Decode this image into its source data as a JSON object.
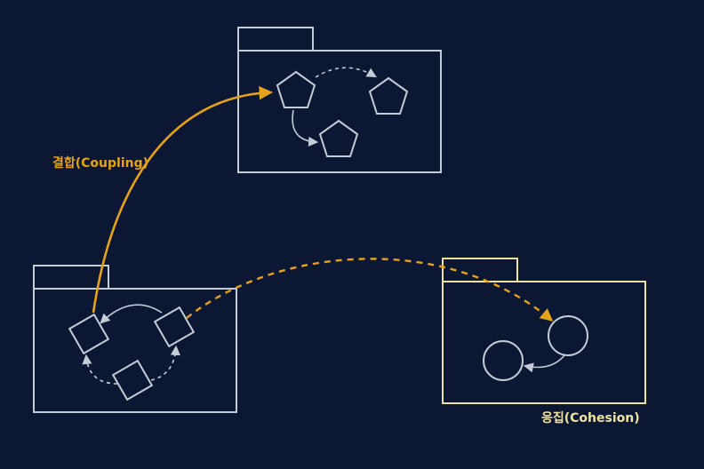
{
  "labels": {
    "coupling": "결합(Coupling)",
    "cohesion": "응집(Cohesion)"
  },
  "colors": {
    "background": "#0c1733",
    "package_line": "#c4ccd8",
    "highlight_package": "#efe3a0",
    "coupling_arrow": "#e6a21a",
    "cohesion_arrow": "#e6a21a",
    "coupling_text": "#e6a21a",
    "cohesion_text": "#efe3a0"
  },
  "packages": [
    {
      "id": "top",
      "shape": "pentagon",
      "node_count": 3
    },
    {
      "id": "bottom-left",
      "shape": "square",
      "node_count": 3
    },
    {
      "id": "right",
      "shape": "circle",
      "node_count": 2
    }
  ]
}
